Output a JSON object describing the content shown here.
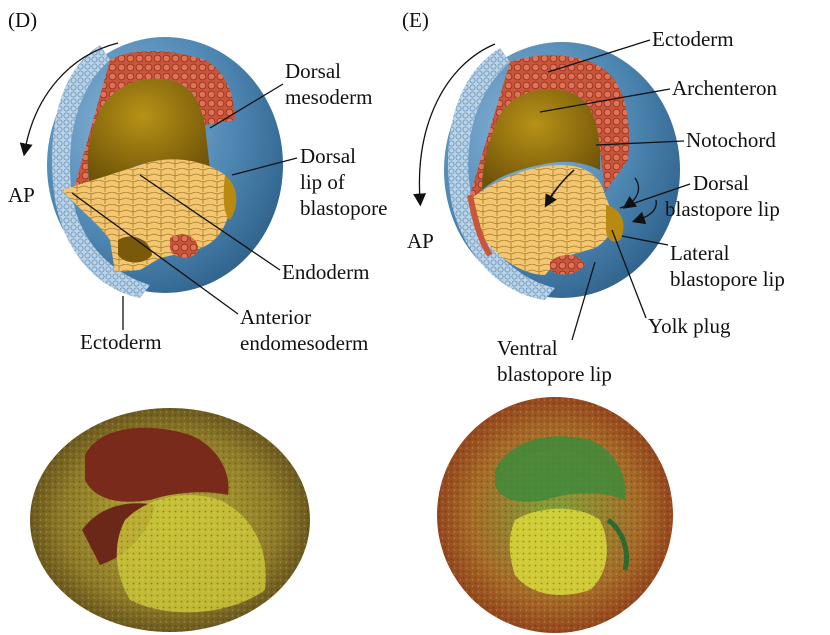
{
  "panels": [
    {
      "letter": "(D)",
      "axis": "AP",
      "labels": {
        "dorsal_mesoderm": [
          "Dorsal",
          "mesoderm"
        ],
        "dorsal_lip": [
          "Dorsal",
          "lip of",
          "blastopore"
        ],
        "endoderm": "Endoderm",
        "ectoderm": "Ectoderm",
        "anterior_endomesoderm": [
          "Anterior",
          "endomesoderm"
        ]
      }
    },
    {
      "letter": "(E)",
      "axis": "AP",
      "labels": {
        "ectoderm": "Ectoderm",
        "archenteron": "Archenteron",
        "notochord": "Notochord",
        "dorsal_blastopore_lip": [
          "Dorsal",
          "blastopore lip"
        ],
        "lateral_blastopore_lip": [
          "Lateral",
          "blastopore lip"
        ],
        "yolk_plug": "Yolk plug",
        "ventral_blastopore_lip": [
          "Ventral",
          "blastopore lip"
        ]
      }
    }
  ],
  "colors": {
    "ectoderm_outer": "#3f7aa6",
    "ectoderm_light": "#a9c8e0",
    "mesoderm": "#c9553a",
    "endoderm_yolk": "#f2c46a",
    "cavity": "#8a6a10",
    "dorsal_lip": "#b88a10"
  }
}
